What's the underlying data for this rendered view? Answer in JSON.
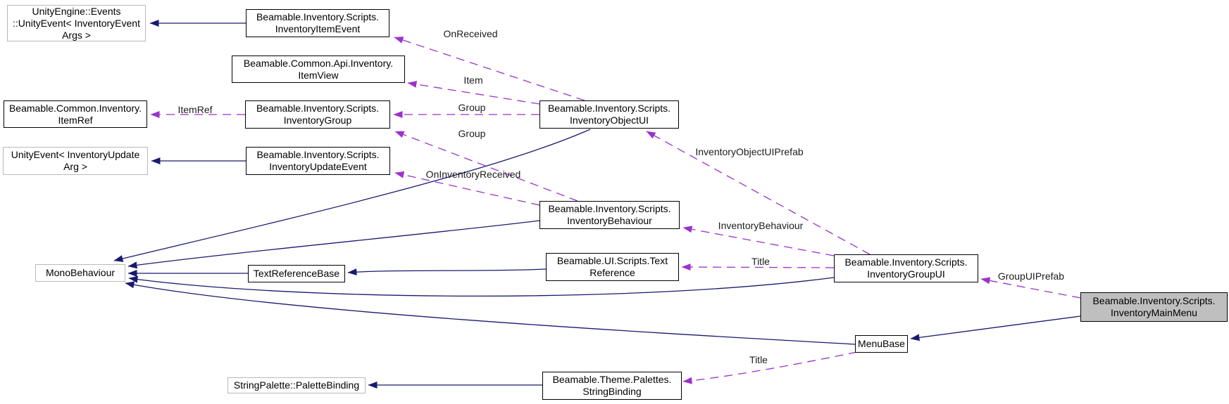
{
  "diagram": {
    "type": "collaboration-graph",
    "background": "#ffffff",
    "colors": {
      "inheritance_edge": "#191970",
      "usage_edge": "#9a32cd",
      "node_border": "#000000",
      "external_node_border": "#b9b9b9",
      "node_fill": "#ffffff",
      "highlight_node_fill": "#bfbfbf",
      "label_text": "#1c1c1c"
    },
    "nodes": [
      {
        "id": "unity-event-inventory-event-args",
        "lines": [
          "UnityEngine::Events",
          "::UnityEvent< InventoryEvent",
          "Args >"
        ]
      },
      {
        "id": "inventory-item-event",
        "lines": [
          "Beamable.Inventory.Scripts.",
          "InventoryItemEvent"
        ]
      },
      {
        "id": "item-view",
        "lines": [
          "Beamable.Common.Api.Inventory.",
          "ItemView"
        ]
      },
      {
        "id": "item-ref",
        "lines": [
          "Beamable.Common.Inventory.",
          "ItemRef"
        ]
      },
      {
        "id": "inventory-group",
        "lines": [
          "Beamable.Inventory.Scripts.",
          "InventoryGroup"
        ]
      },
      {
        "id": "unity-event-inventory-update-arg",
        "lines": [
          "UnityEvent< InventoryUpdate",
          "Arg >"
        ]
      },
      {
        "id": "inventory-update-event",
        "lines": [
          "Beamable.Inventory.Scripts.",
          "InventoryUpdateEvent"
        ]
      },
      {
        "id": "inventory-object-ui",
        "lines": [
          "Beamable.Inventory.Scripts.",
          "InventoryObjectUI"
        ]
      },
      {
        "id": "inventory-behaviour",
        "lines": [
          "Beamable.Inventory.Scripts.",
          "InventoryBehaviour"
        ]
      },
      {
        "id": "mono-behaviour",
        "lines": [
          "MonoBehaviour"
        ]
      },
      {
        "id": "text-reference-base",
        "lines": [
          "TextReferenceBase"
        ]
      },
      {
        "id": "text-reference",
        "lines": [
          "Beamable.UI.Scripts.Text",
          "Reference"
        ]
      },
      {
        "id": "inventory-group-ui",
        "lines": [
          "Beamable.Inventory.Scripts.",
          "InventoryGroupUI"
        ]
      },
      {
        "id": "inventory-main-menu",
        "lines": [
          "Beamable.Inventory.Scripts.",
          "InventoryMainMenu"
        ]
      },
      {
        "id": "menu-base",
        "lines": [
          "MenuBase"
        ]
      },
      {
        "id": "string-binding",
        "lines": [
          "Beamable.Theme.Palettes.",
          "StringBinding"
        ]
      },
      {
        "id": "string-palette-palette-binding",
        "lines": [
          "StringPalette::PaletteBinding"
        ]
      }
    ],
    "edge_labels": [
      {
        "text": "OnReceived"
      },
      {
        "text": "Item"
      },
      {
        "text": "Group"
      },
      {
        "text": "Group"
      },
      {
        "text": "OnInventoryReceived"
      },
      {
        "text": "ItemRef"
      },
      {
        "text": "InventoryObjectUIPrefab"
      },
      {
        "text": "InventoryBehaviour"
      },
      {
        "text": "Title"
      },
      {
        "text": "Title"
      },
      {
        "text": "GroupUIPrefab"
      }
    ]
  }
}
